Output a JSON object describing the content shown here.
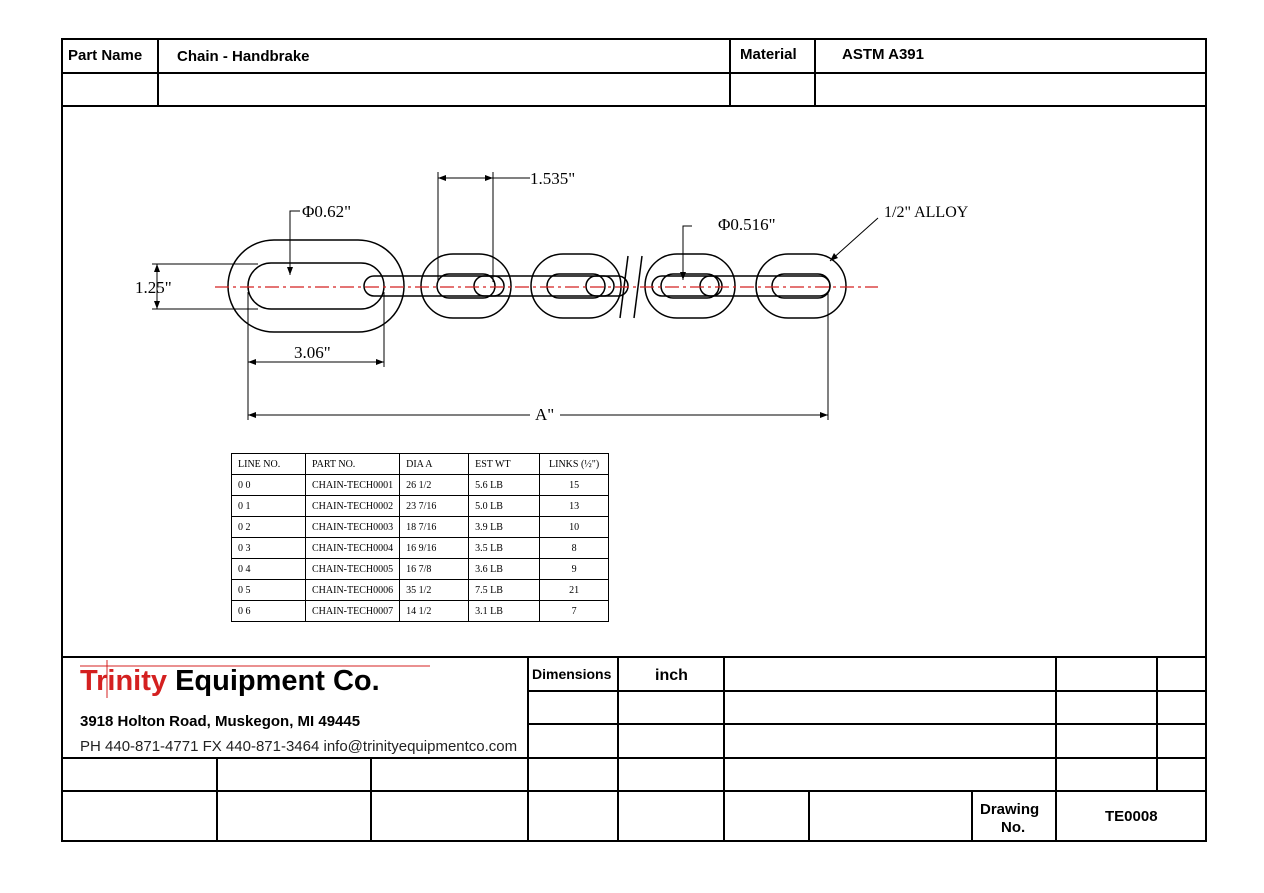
{
  "title_block": {
    "part_name_label": "Part Name",
    "part_name": "Chain - Handbrake",
    "material_label": "Material",
    "material": "ASTM A391"
  },
  "drawing": {
    "dim_link_pitch": "1.535\"",
    "dim_dia_large": "Φ0.62\"",
    "dim_dia_small": "Φ0.516\"",
    "dim_alloy": "1/2\" ALLOY",
    "dim_height": "1.25\"",
    "dim_end_link": "3.06\"",
    "dim_overall": "A\"",
    "colors": {
      "centerline": "#d42020"
    }
  },
  "spec_table": {
    "headers": [
      "LINE NO.",
      "PART NO.",
      "DIA A",
      "EST WT",
      "LINKS (½\")"
    ],
    "rows": [
      [
        "0 0",
        "CHAIN-TECH0001",
        "26 1/2",
        "5.6 LB",
        "15"
      ],
      [
        "0 1",
        "CHAIN-TECH0002",
        "23 7/16",
        "5.0 LB",
        "13"
      ],
      [
        "0 2",
        "CHAIN-TECH0003",
        "18 7/16",
        "3.9 LB",
        "10"
      ],
      [
        "0 3",
        "CHAIN-TECH0004",
        "16 9/16",
        "3.5 LB",
        "8"
      ],
      [
        "0 4",
        "CHAIN-TECH0005",
        "16 7/8",
        "3.6 LB",
        "9"
      ],
      [
        "0 5",
        "CHAIN-TECH0006",
        "35 1/2",
        "7.5 LB",
        "21"
      ],
      [
        "0 6",
        "CHAIN-TECH0007",
        "14 1/2",
        "3.1 LB",
        "7"
      ]
    ]
  },
  "company": {
    "logo_first": "T",
    "logo_red": "rinity",
    "logo_rest": " Equipment Co.",
    "address": "3918 Holton Road, Muskegon, MI 49445",
    "contact": "PH 440-871-4771 FX 440-871-3464 info@trinityequipmentco.com",
    "colors": {
      "brand": "#d42020"
    }
  },
  "footer": {
    "dimensions_label": "Dimensions",
    "dimensions_unit": "inch",
    "drawing_no_label_1": "Drawing",
    "drawing_no_label_2": "No.",
    "drawing_no": "TE0008"
  }
}
